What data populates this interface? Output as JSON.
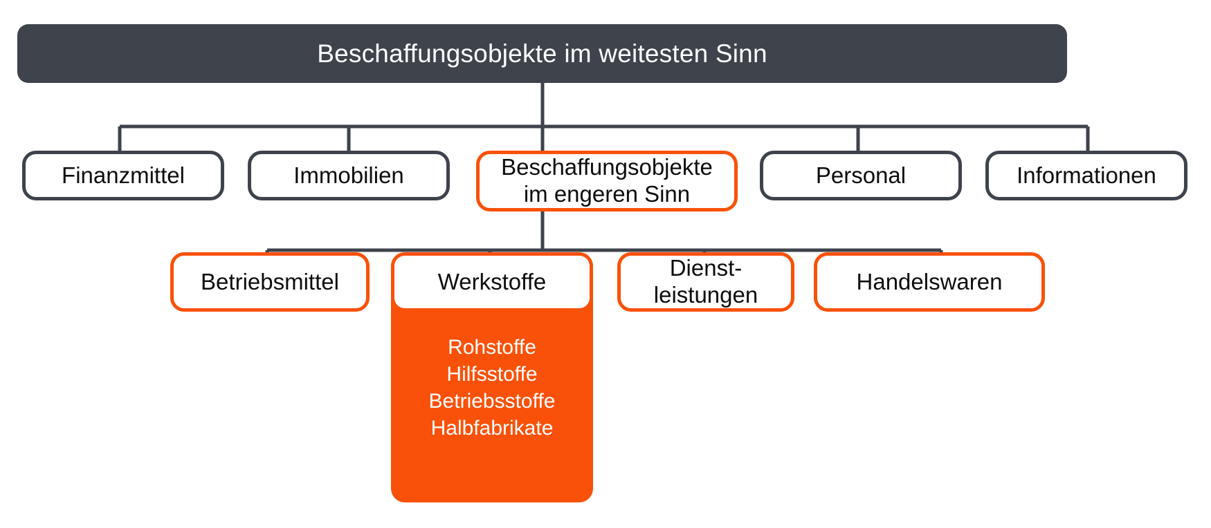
{
  "diagram": {
    "title": "Beschaffungsobjekte im weitesten Sinn",
    "colors": {
      "dark": "#3E434C",
      "orange": "#F95109",
      "white": "#FFFFFF",
      "text": "#0D0D0D"
    },
    "level1": {
      "label": "Beschaffungsobjekte im weitesten Sinn"
    },
    "level2": [
      {
        "label": "Finanzmittel",
        "style": "dark"
      },
      {
        "label": "Immobilien",
        "style": "dark"
      },
      {
        "label": "Beschaffungsobjekte\nim engeren Sinn",
        "style": "orange"
      },
      {
        "label": "Personal",
        "style": "dark"
      },
      {
        "label": "Informationen",
        "style": "dark"
      }
    ],
    "level3": [
      {
        "label": "Betriebsmittel",
        "style": "orange"
      },
      {
        "label": "Werkstoffe",
        "style": "orange-filled"
      },
      {
        "label": "Dienst-\nleistungen",
        "style": "orange"
      },
      {
        "label": "Handelswaren",
        "style": "orange"
      }
    ],
    "werkstoffe_items": [
      "Rohstoffe",
      "Hilfsstoffe",
      "Betriebsstoffe",
      "Halbfabrikate"
    ]
  }
}
